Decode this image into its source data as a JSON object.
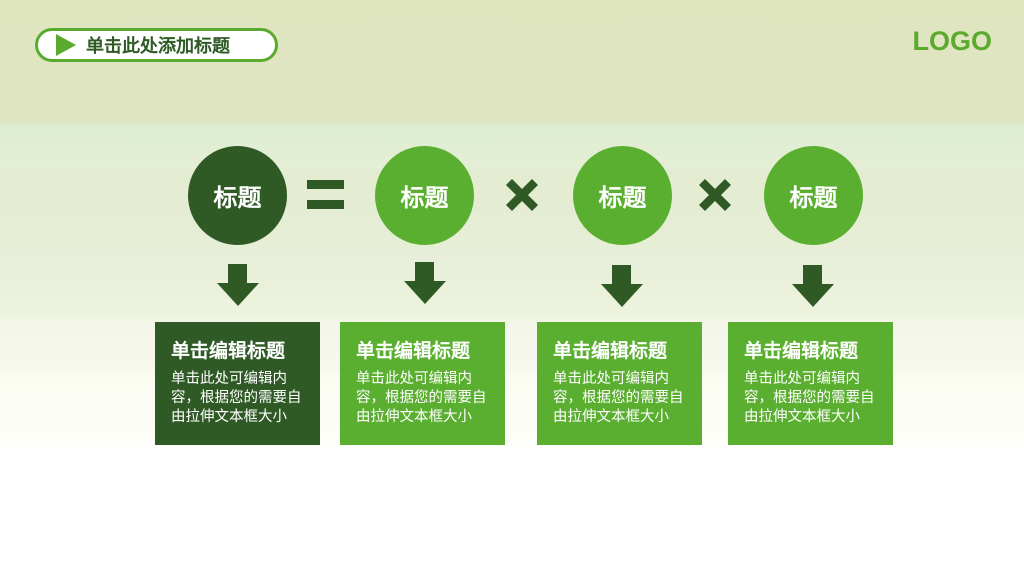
{
  "header": {
    "title": "单击此处添加标题",
    "logo": "LOGO"
  },
  "colors": {
    "dark_green": "#2f5a26",
    "light_green": "#5aaf30",
    "accent": "#5aaa2e"
  },
  "equation": {
    "items": [
      {
        "label": "标题",
        "style": "dark"
      },
      {
        "label": "标题",
        "style": "light"
      },
      {
        "label": "标题",
        "style": "light"
      },
      {
        "label": "标题",
        "style": "light"
      }
    ],
    "operators": [
      "equals",
      "times",
      "times"
    ]
  },
  "cards": [
    {
      "title": "单击编辑标题",
      "body": "单击此处可编辑内容，根据您的需要自由拉伸文本框大小"
    },
    {
      "title": "单击编辑标题",
      "body": "单击此处可编辑内容，根据您的需要自由拉伸文本框大小"
    },
    {
      "title": "单击编辑标题",
      "body": "单击此处可编辑内容，根据您的需要自由拉伸文本框大小"
    },
    {
      "title": "单击编辑标题",
      "body": "单击此处可编辑内容，根据您的需要自由拉伸文本框大小"
    }
  ]
}
